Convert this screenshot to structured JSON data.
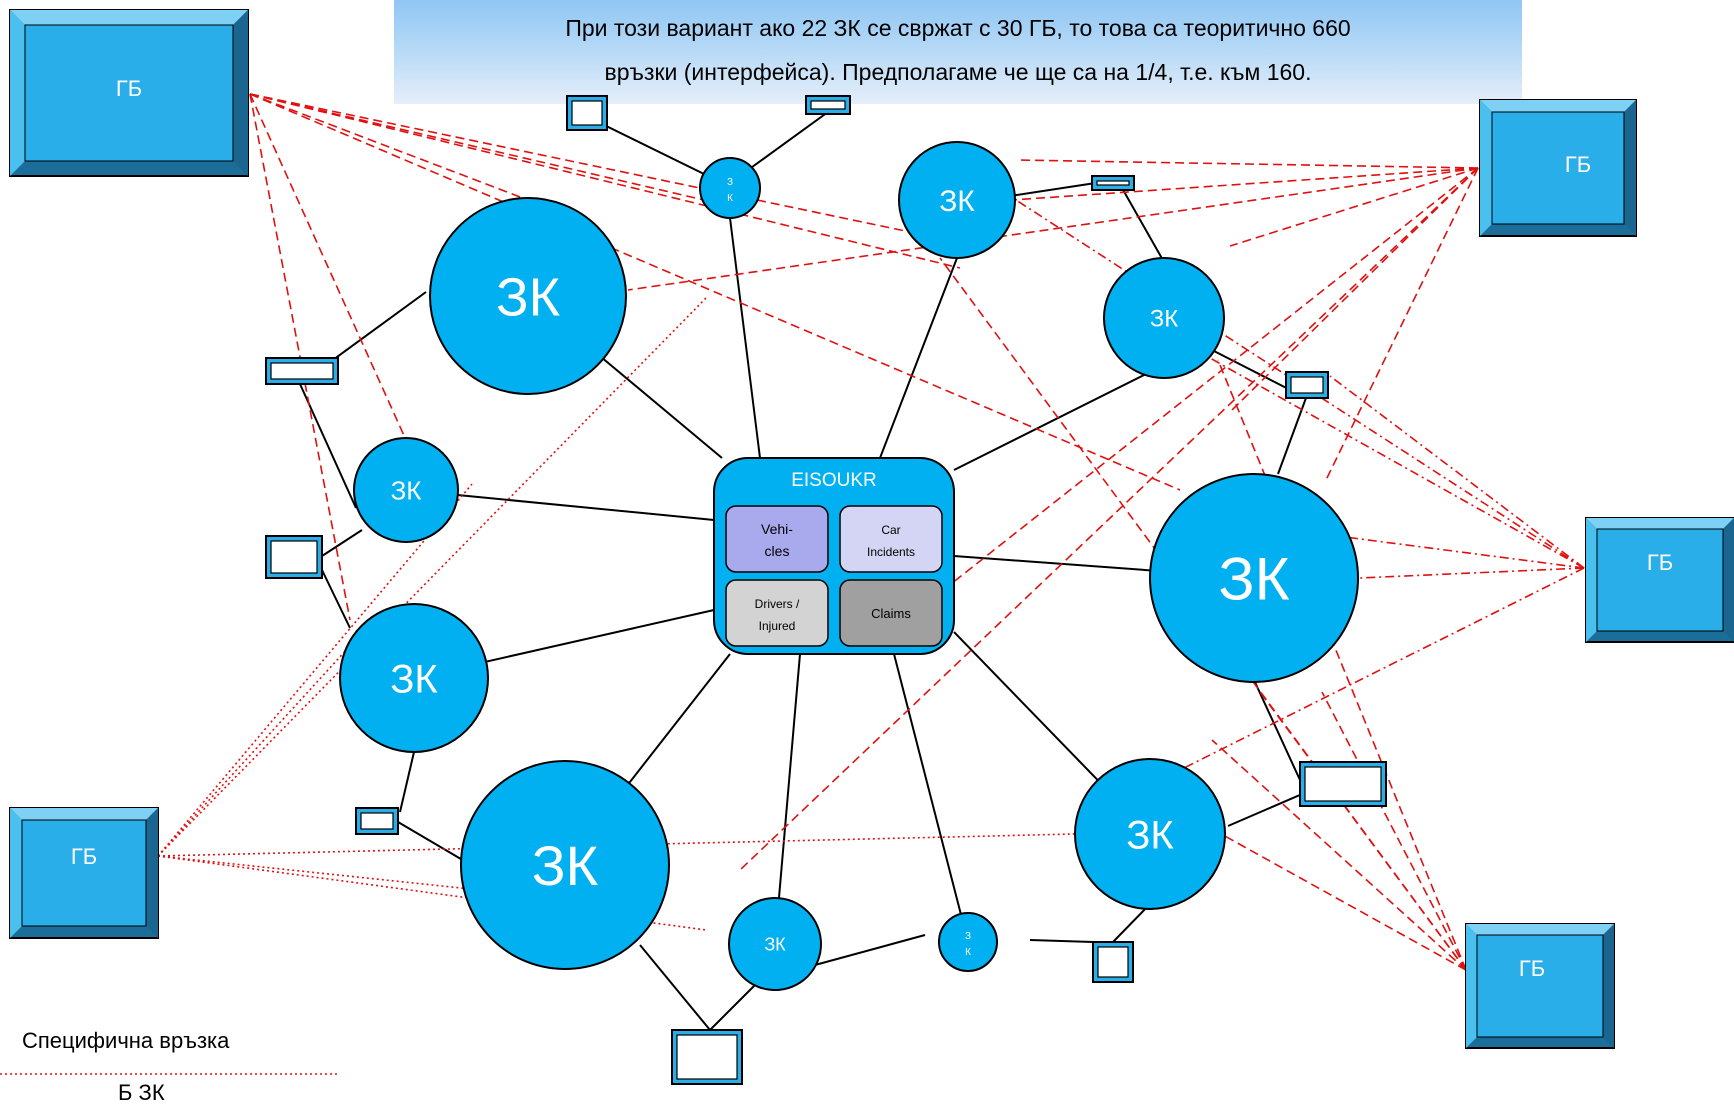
{
  "banner": {
    "line1": "При този вариант ако 22 ЗК се свржат с 30 ГБ, то това са теоритично 660",
    "line2": "връзки (интерфейса). Предполагаме че ще са на 1/4, т.е. към 160."
  },
  "hub": {
    "title": "EISOUKR",
    "modules": [
      {
        "line1": "Vehi-",
        "line2": "cles",
        "color": "#a9a9ee"
      },
      {
        "line1": "Car",
        "line2": "Incidents",
        "color": "#d4d4f4"
      },
      {
        "line1": "Drivers /",
        "line2": "Injured",
        "color": "#d3d3d3"
      },
      {
        "line1": "Claims",
        "line2": "",
        "color": "#a0a0a0"
      }
    ]
  },
  "guarantee_fund_label": "ГБ",
  "insurer_label": "ЗК",
  "insurer_small_label": [
    "З",
    "К"
  ],
  "legend": {
    "specific_label": "Специфична връзка",
    "second_label": "Б ЗК"
  },
  "colors": {
    "node_fill": "#00b0f0",
    "box_fill": "#29aeea",
    "box_dark": "#1c6e9a",
    "hub_fill": "#00b0f0",
    "link_red": "#e01010",
    "link_black": "#000000"
  }
}
